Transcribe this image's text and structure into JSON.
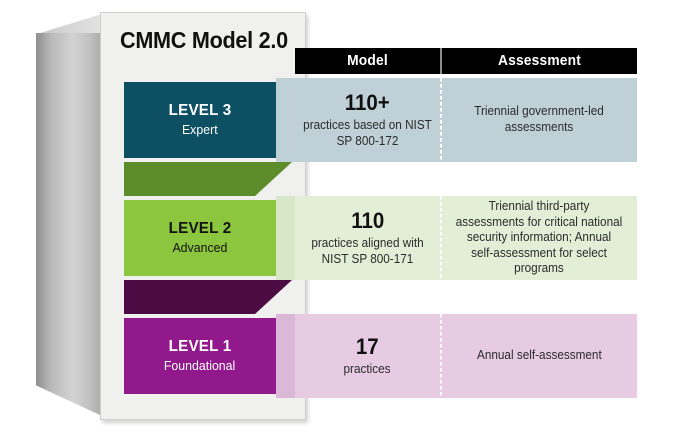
{
  "title": "CMMC Model 2.0",
  "columns": {
    "model": "Model",
    "assessment": "Assessment"
  },
  "colors": {
    "level3": "#0d4f63",
    "level3_row": "#c0d0d7",
    "level3_connector": "#5d8d2b",
    "level2": "#8cc63e",
    "level2_row": "#e3eed7",
    "level2_connector": "#4c0b42",
    "level1": "#91198c",
    "level1_row": "#e6cbe3",
    "header_bar": "#000000",
    "card": "#f0f0ee"
  },
  "levels": [
    {
      "label": "LEVEL 3",
      "name": "Expert",
      "count": "110+",
      "model_text": "practices based on NIST SP 800-172",
      "assessment": "Triennial government-led assessments"
    },
    {
      "label": "LEVEL 2",
      "name": "Advanced",
      "count": "110",
      "model_text": "practices aligned with NIST SP 800-171",
      "assessment": "Triennial third-party assessments for critical national security information; Annual self-assessment for select programs"
    },
    {
      "label": "LEVEL 1",
      "name": "Foundational",
      "count": "17",
      "model_text": "practices",
      "assessment": "Annual self-assessment"
    }
  ]
}
